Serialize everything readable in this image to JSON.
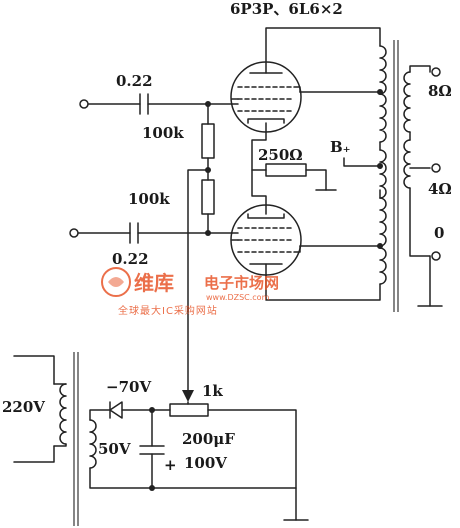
{
  "labels": {
    "tubes": "6P3P、6L6×2",
    "cap_top": "0.22",
    "cap_bottom": "0.22",
    "res_top": "100k",
    "res_bottom": "100k",
    "res_cathode": "250Ω",
    "b_plus": "B₊",
    "out_8ohm": "8Ω",
    "out_4ohm": "4Ω",
    "out_0": "0",
    "mains": "220V",
    "bias_voltage": "−70V",
    "pot": "1k",
    "sec_voltage": "50V",
    "filter_cap": "200μF",
    "filter_cap_v": "100V",
    "plus_mark": "+"
  },
  "watermark": {
    "brand": "维库",
    "site": "电子市场网",
    "url": "www.DZSC.com",
    "tagline": "全球最大IC采购网站"
  },
  "colors": {
    "ink": "#222222",
    "watermark": "#e8572b"
  }
}
